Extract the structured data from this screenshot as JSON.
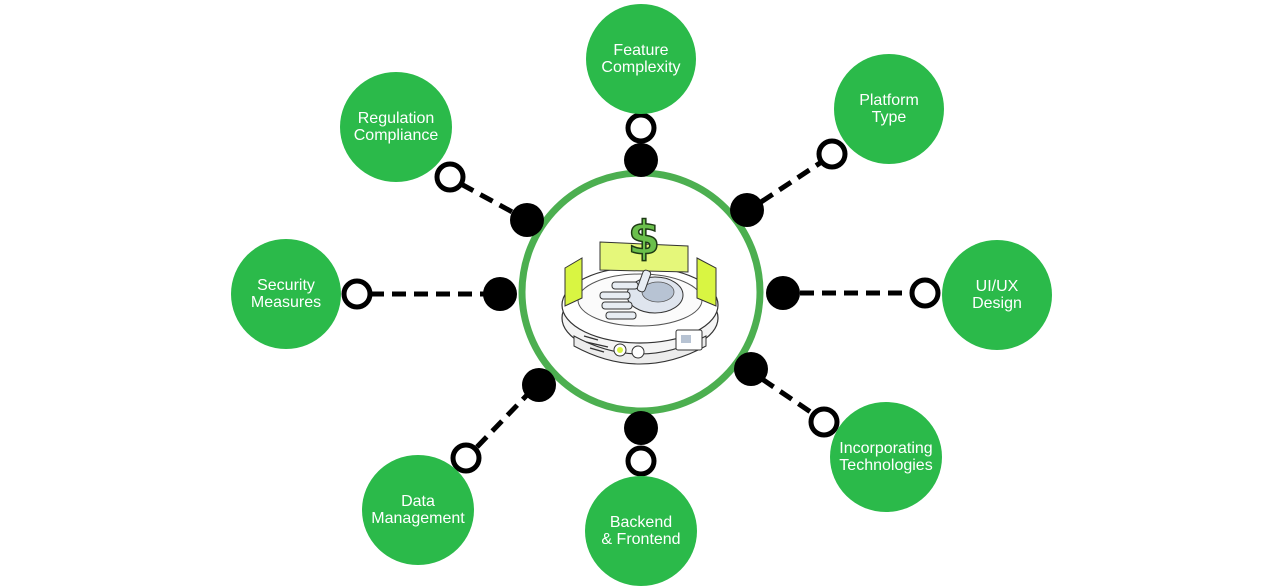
{
  "diagram": {
    "nodes": [
      {
        "id": "feature",
        "label": "Feature\nComplexity"
      },
      {
        "id": "platform",
        "label": "Platform\nType"
      },
      {
        "id": "regulation",
        "label": "Regulation\nCompliance"
      },
      {
        "id": "security",
        "label": "Security\nMeasures"
      },
      {
        "id": "uiux",
        "label": "UI/UX\nDesign"
      },
      {
        "id": "incorp",
        "label": "Incorporating\nTechnologies"
      },
      {
        "id": "data",
        "label": "Data\nManagement"
      },
      {
        "id": "backend",
        "label": "Backend\n& Frontend"
      }
    ],
    "center_icon": "dollar-sign-robot-hand-icon",
    "colors": {
      "node_fill": "#2bba4a",
      "ring": "#4caf50",
      "connector": "#000000",
      "accent_lime": "#d9f542",
      "dollar_green": "#6abf4b"
    }
  }
}
